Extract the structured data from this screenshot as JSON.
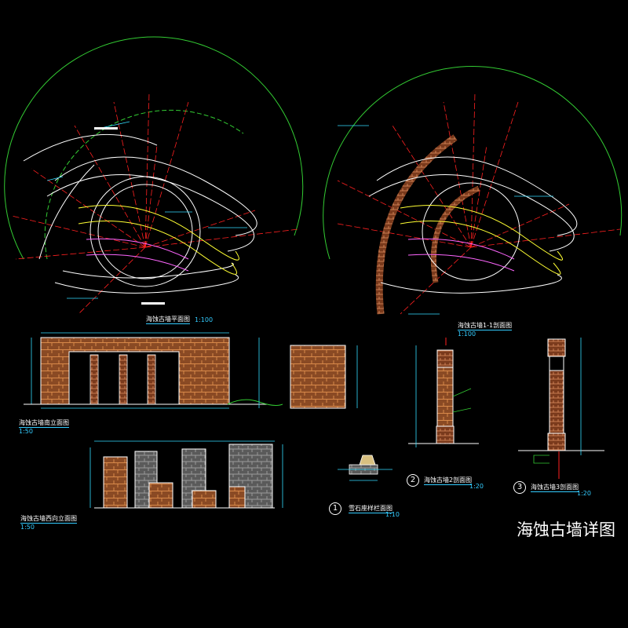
{
  "sheet": {
    "title": "海蚀古墙详图",
    "colors": {
      "background": "#000000",
      "axis": "#ff2020",
      "arc": "#33cc33",
      "wall": "#ffffff",
      "stone": "#a05a2c",
      "grey_stone": "#6a6a6a",
      "dim": "#33ddff",
      "text": "#ffffff",
      "yellow": "#ffff33"
    }
  },
  "views": {
    "plan_title": "海蚀古墙平面图",
    "plan_scale": "1:100",
    "section11_title": "海蚀古墙1-1剖面图",
    "section11_scale": "1:100",
    "south_elev_title": "海蚀古墙南立面图",
    "south_elev_scale": "1:50",
    "west_elev_title": "海蚀古墙西向立面图",
    "west_elev_scale": "1:50",
    "detail1_num": "1",
    "detail1_title": "雪石座样栏面图",
    "detail1_scale": "1:10",
    "detail2_num": "2",
    "detail2_title": "海蚀古墙2剖面图",
    "detail2_scale": "1:20",
    "detail3_num": "3",
    "detail3_title": "海蚀古墙3剖面图",
    "detail3_scale": "1:20"
  }
}
